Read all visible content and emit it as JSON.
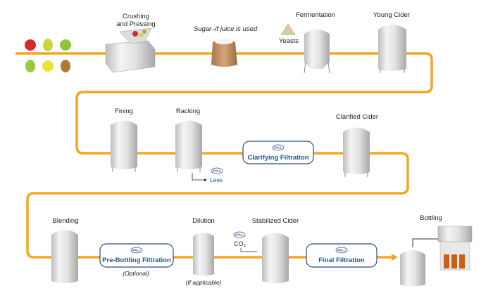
{
  "colors": {
    "pipe": "#f5a623",
    "filter_border": "#2a4a7c",
    "filter_text": "#2a5390"
  },
  "steps": {
    "crushing_line1": "Crushing",
    "crushing_line2": "and Pressing",
    "sugar": "Sugar–if juice is used",
    "yeasts": "Yeasts",
    "fermentation": "Fermentation",
    "young_cider": "Young Cider",
    "fining": "Fining",
    "racking": "Racking",
    "lees": "Lees",
    "clarified_cider": "Clarified Cider",
    "blending": "Blending",
    "dilution": "Dilution",
    "dilution_note": "(If applicable)",
    "co2": "CO₂",
    "stabilized_cider": "Stabilized Cider",
    "bottling": "Bottling"
  },
  "filters": {
    "brand": "PALL",
    "clarifying": "Clarifying Filtration",
    "pre_bottling": "Pre-Bottling Filtration",
    "pre_bottling_note": "(Optional)",
    "final": "Final Filtration"
  }
}
